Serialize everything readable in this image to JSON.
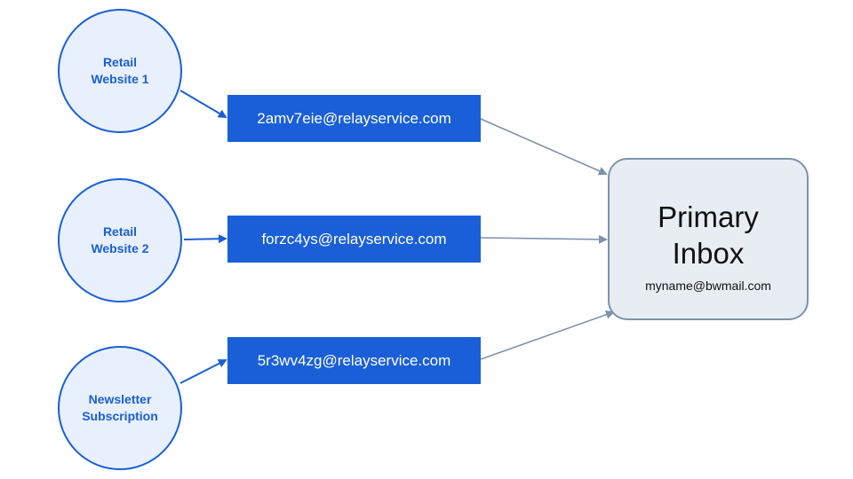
{
  "sources": [
    {
      "label_line1": "Retail",
      "label_line2": "Website 1"
    },
    {
      "label_line1": "Retail",
      "label_line2": "Website 2"
    },
    {
      "label_line1": "Newsletter",
      "label_line2": "Subscription"
    }
  ],
  "relays": [
    {
      "address": "2amv7eie@relayservice.com"
    },
    {
      "address": "forzc4ys@relayservice.com"
    },
    {
      "address": "5r3wv4zg@relayservice.com"
    }
  ],
  "inbox": {
    "title_line1": "Primary",
    "title_line2": "Inbox",
    "address": "myname@bwmail.com"
  },
  "colors": {
    "accent_blue": "#1a5fd8",
    "circle_fill": "#e8f0fe",
    "inbox_fill": "#e8edf3",
    "inbox_border": "#7d93ad",
    "connector_gray": "#7d93ad"
  }
}
